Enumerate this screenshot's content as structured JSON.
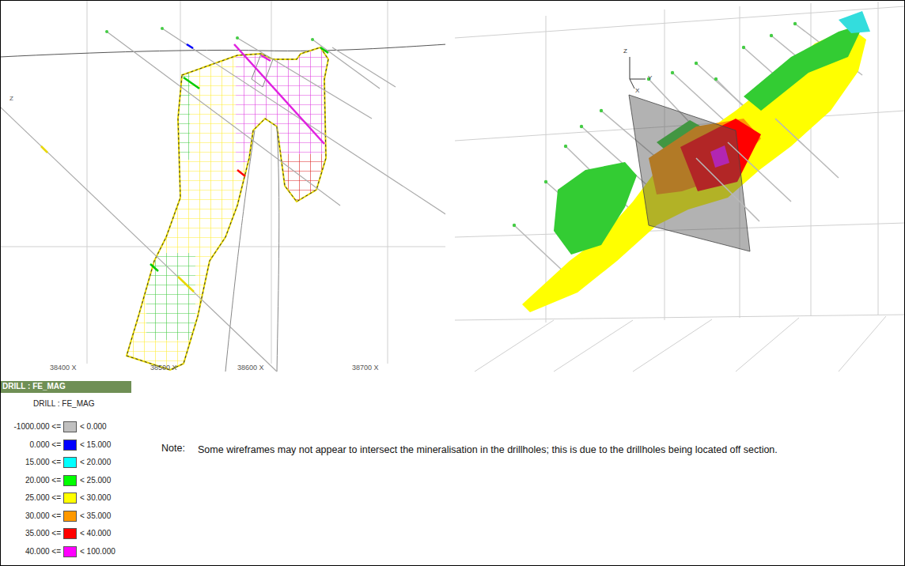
{
  "diagram": {
    "labels": [
      "Z",
      "38400 X",
      "38500 X",
      "38600 X",
      "38700 X",
      "Z",
      "Y",
      "X",
      "DRILL : FE_MAG",
      "DRILL : FE_MAG",
      "-1000.000 <=",
      "0.000 <=",
      "15.000 <=",
      "20.000 <=",
      "25.000 <=",
      "30.000 <=",
      "35.000 <=",
      "40.000 <=",
      "Note:",
      "Some wireframes may not appear to intersect the mineralisation in the drillholes; this is due to the drillholes being located off section."
    ],
    "legend": [
      {
        "text": "< 0.000",
        "color": "#c0c0c0"
      },
      {
        "text": "< 15.000",
        "color": "#0000ff"
      },
      {
        "text": "< 20.000",
        "color": "#00ffff"
      },
      {
        "text": "< 25.000",
        "color": "#00ff00"
      },
      {
        "text": "< 30.000",
        "color": "#ffff00"
      },
      {
        "text": "< 35.000",
        "color": "#ff9900"
      },
      {
        "text": "< 40.000",
        "color": "#ff0000"
      },
      {
        "text": "< 100.000",
        "color": "#ff00ff"
      }
    ]
  }
}
